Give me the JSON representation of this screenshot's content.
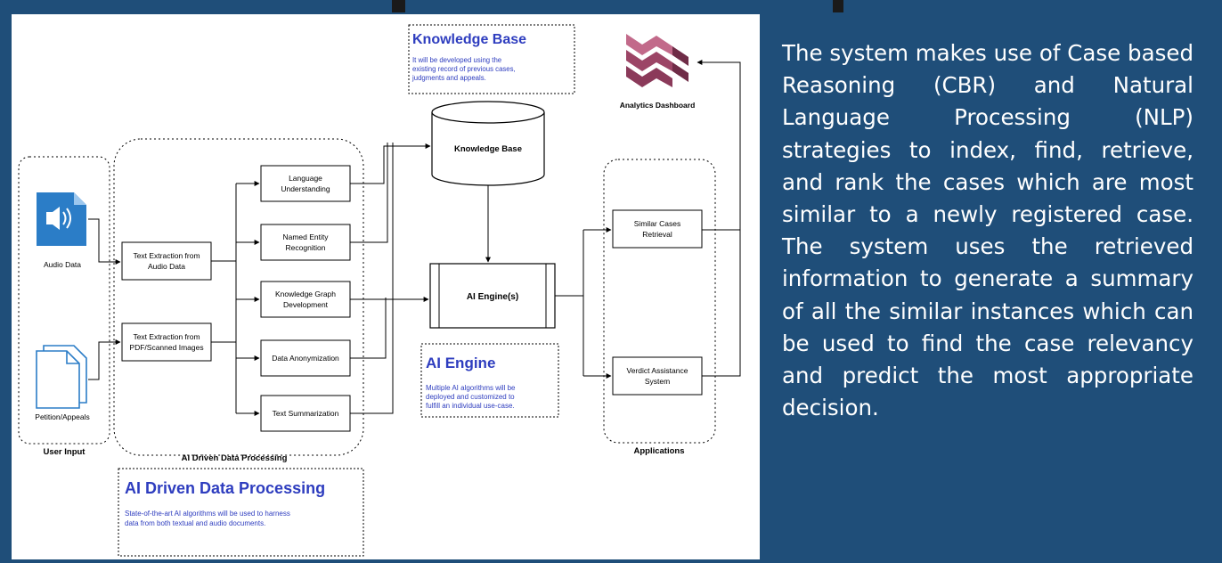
{
  "user_input": {
    "label": "User Input",
    "audio_label": "Audio Data",
    "petition_label": "Petition/Appeals"
  },
  "processing": {
    "label": "AI Driven Data Processing",
    "extraction_audio": [
      "Text Extraction from",
      "Audio Data"
    ],
    "extraction_pdf": [
      "Text Extraction from",
      "PDF/Scanned Images"
    ],
    "modules": [
      [
        "Language",
        "Understanding"
      ],
      [
        "Named Entity",
        "Recognition"
      ],
      [
        "Knowledge Graph",
        "Development"
      ],
      [
        "Data Anonymization"
      ],
      [
        "Text Summarization"
      ]
    ]
  },
  "knowledge_base": {
    "cylinder_label": "Knowledge Base",
    "note_title": "Knowledge Base",
    "note_lines": [
      "It will be developed using the",
      "existing record of previous cases,",
      "judgments and appeals."
    ]
  },
  "ai_engine": {
    "box_label": "AI Engine(s)",
    "note_title": "AI Engine",
    "note_lines": [
      "Multiple AI algorithms will be",
      "deployed and customized to",
      "fulfill an individual use-case."
    ]
  },
  "applications": {
    "label": "Applications",
    "items": [
      [
        "Similar Cases",
        "Retrieval"
      ],
      [
        "Verdict Assistance",
        "System"
      ]
    ],
    "dashboard_label": "Analytics Dashboard"
  },
  "processing_note": {
    "title": "AI Driven Data Processing",
    "lines": [
      "State-of-the-art AI algorithms will be used to harness",
      "data from both textual and audio documents."
    ]
  },
  "description": "The system makes use of Case based Reasoning (CBR) and Natural Language Processing (NLP) strategies to index, find, retrieve, and rank the cases which are most similar to a newly registered case. The system uses the retrieved information to generate a summary of all the similar instances which can be used to find the case relevancy and predict the most appropriate decision.",
  "colors": {
    "background": "#1f4e79",
    "note_title": "#2e3dbf",
    "icon_blue": "#2b7dc7",
    "dashboard": "#8b3a5a"
  }
}
